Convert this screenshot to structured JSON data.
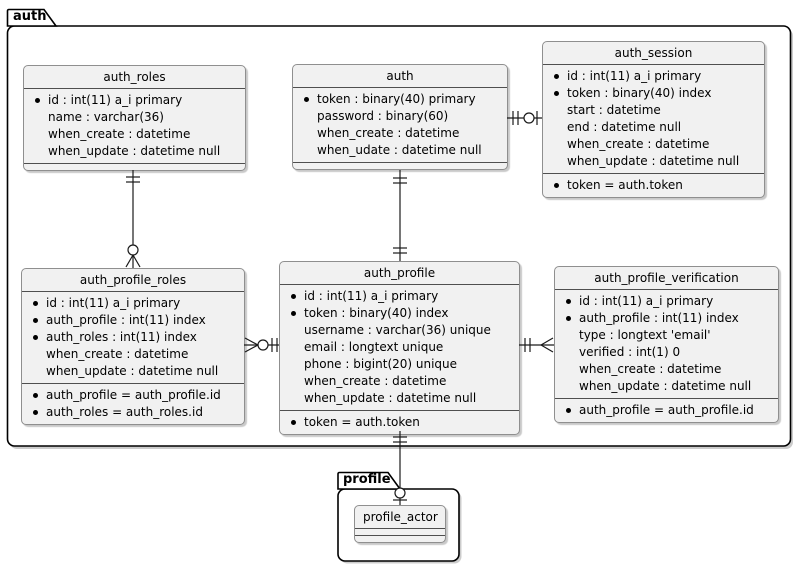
{
  "diagram": {
    "packages": [
      {
        "id": "auth",
        "label": "auth"
      },
      {
        "id": "profile",
        "label": "profile"
      }
    ],
    "tables": [
      {
        "id": "auth_roles",
        "title": "auth_roles",
        "fields": [
          {
            "bullet": true,
            "text": "id : int(11) a_i primary"
          },
          {
            "bullet": false,
            "text": "name : varchar(36)"
          },
          {
            "bullet": false,
            "text": "when_create : datetime"
          },
          {
            "bullet": false,
            "text": "when_update : datetime null"
          }
        ],
        "footer": []
      },
      {
        "id": "auth",
        "title": "auth",
        "fields": [
          {
            "bullet": true,
            "text": "token : binary(40) primary"
          },
          {
            "bullet": false,
            "text": "password : binary(60)"
          },
          {
            "bullet": false,
            "text": "when_create : datetime"
          },
          {
            "bullet": false,
            "text": "when_udate : datetime null"
          }
        ],
        "footer": []
      },
      {
        "id": "auth_session",
        "title": "auth_session",
        "fields": [
          {
            "bullet": true,
            "text": "id : int(11) a_i primary"
          },
          {
            "bullet": true,
            "text": "token : binary(40) index"
          },
          {
            "bullet": false,
            "text": "start : datetime"
          },
          {
            "bullet": false,
            "text": "end : datetime null"
          },
          {
            "bullet": false,
            "text": "when_create : datetime"
          },
          {
            "bullet": false,
            "text": "when_update : datetime null"
          }
        ],
        "footer": [
          {
            "bullet": true,
            "text": "token = auth.token"
          }
        ]
      },
      {
        "id": "auth_profile_roles",
        "title": "auth_profile_roles",
        "fields": [
          {
            "bullet": true,
            "text": "id : int(11) a_i primary"
          },
          {
            "bullet": true,
            "text": "auth_profile : int(11) index"
          },
          {
            "bullet": true,
            "text": "auth_roles : int(11) index"
          },
          {
            "bullet": false,
            "text": "when_create : datetime"
          },
          {
            "bullet": false,
            "text": "when_update : datetime null"
          }
        ],
        "footer": [
          {
            "bullet": true,
            "text": "auth_profile = auth_profile.id"
          },
          {
            "bullet": true,
            "text": "auth_roles = auth_roles.id"
          }
        ]
      },
      {
        "id": "auth_profile",
        "title": "auth_profile",
        "fields": [
          {
            "bullet": true,
            "text": "id : int(11) a_i primary"
          },
          {
            "bullet": true,
            "text": "token : binary(40) index"
          },
          {
            "bullet": false,
            "text": "username : varchar(36) unique"
          },
          {
            "bullet": false,
            "text": "email : longtext unique"
          },
          {
            "bullet": false,
            "text": "phone : bigint(20) unique"
          },
          {
            "bullet": false,
            "text": "when_create : datetime"
          },
          {
            "bullet": false,
            "text": "when_update : datetime null"
          }
        ],
        "footer": [
          {
            "bullet": true,
            "text": "token = auth.token"
          }
        ]
      },
      {
        "id": "auth_profile_verification",
        "title": "auth_profile_verification",
        "fields": [
          {
            "bullet": true,
            "text": "id : int(11) a_i primary"
          },
          {
            "bullet": true,
            "text": "auth_profile : int(11) index"
          },
          {
            "bullet": false,
            "text": "type : longtext 'email'"
          },
          {
            "bullet": false,
            "text": "verified : int(1) 0"
          },
          {
            "bullet": false,
            "text": "when_create : datetime"
          },
          {
            "bullet": false,
            "text": "when_update : datetime null"
          }
        ],
        "footer": [
          {
            "bullet": true,
            "text": "auth_profile = auth_profile.id"
          }
        ]
      },
      {
        "id": "profile_actor",
        "title": "profile_actor",
        "fields": [],
        "footer": []
      }
    ],
    "relationships": [
      {
        "from": "auth_roles",
        "to": "auth_profile_roles",
        "from_end": "one",
        "to_end": "zero-or-many"
      },
      {
        "from": "auth",
        "to": "auth_profile",
        "from_end": "one",
        "to_end": "one"
      },
      {
        "from": "auth",
        "to": "auth_session",
        "from_end": "one",
        "to_end": "zero-or-one"
      },
      {
        "from": "auth_profile_roles",
        "to": "auth_profile",
        "from_end": "zero-or-many",
        "to_end": "one"
      },
      {
        "from": "auth_profile",
        "to": "auth_profile_verification",
        "from_end": "one",
        "to_end": "many"
      },
      {
        "from": "auth_profile",
        "to": "profile_actor",
        "from_end": "one",
        "to_end": "zero-or-one"
      }
    ],
    "colors": {
      "entity_fill": "#F1F1F1",
      "entity_border": "#8F8F8F",
      "separator": "#4F4F4F",
      "package_border": "#000000",
      "relationship_line": "#1A1A1A",
      "background": "#FFFFFF"
    }
  }
}
